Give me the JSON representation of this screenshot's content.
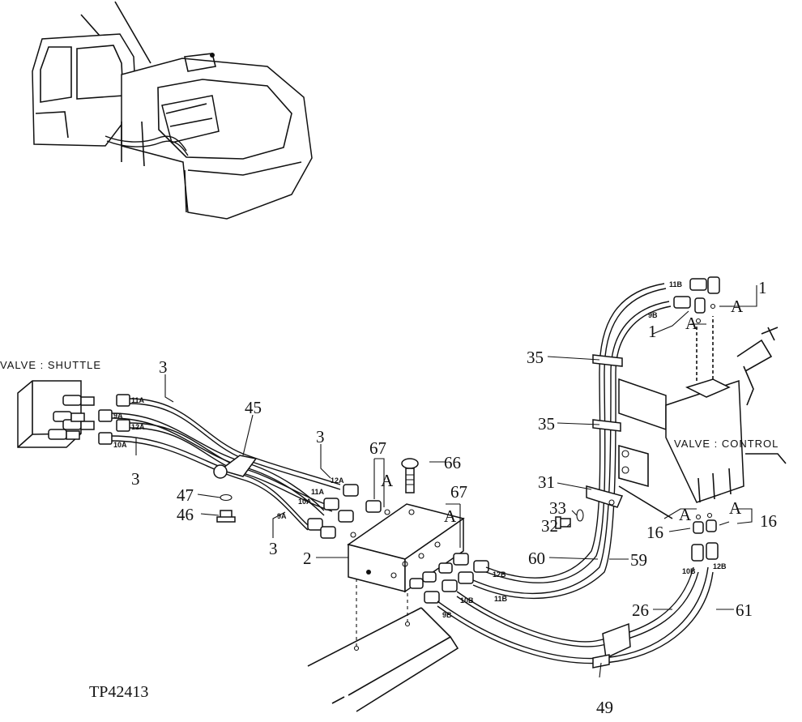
{
  "drawing_id": "TP42413",
  "captions": {
    "valve_shuttle": "VALVE : SHUTTLE",
    "valve_control": "VALVE : CONTROL"
  },
  "part_numbers": {
    "p1_top": "1",
    "p1_mid": "1",
    "p2": "2",
    "p3_a": "3",
    "p3_b": "3",
    "p3_c": "3",
    "p3_d": "3",
    "p16_a": "16",
    "p16_b": "16",
    "p26": "26",
    "p31": "31",
    "p32": "32",
    "p33": "33",
    "p35_a": "35",
    "p35_b": "35",
    "p45": "45",
    "p46": "46",
    "p47": "47",
    "p49": "49",
    "p59": "59",
    "p60": "60",
    "p61": "61",
    "p66": "66",
    "p67_a": "67",
    "p67_b": "67"
  },
  "port_markers": {
    "a1": "A",
    "a2": "A",
    "a3": "A",
    "a4": "A",
    "a5": "A",
    "a6": "A"
  },
  "hose_tags": {
    "t11a_shuttle": "11A",
    "t9a_shuttle": "9A",
    "t12a_shuttle": "12A",
    "t10a_shuttle": "10A",
    "t12a_block": "12A",
    "t11a_block": "11A",
    "t10a_block": "10A",
    "t9a_block": "9A",
    "t12b_block": "12B",
    "t11b_block": "11B",
    "t10b_block": "10B",
    "t9b_block": "9B",
    "t11b_ctrl": "11B",
    "t9b_ctrl": "9B",
    "t10b_ctrl": "10B",
    "t12b_ctrl": "12B"
  }
}
